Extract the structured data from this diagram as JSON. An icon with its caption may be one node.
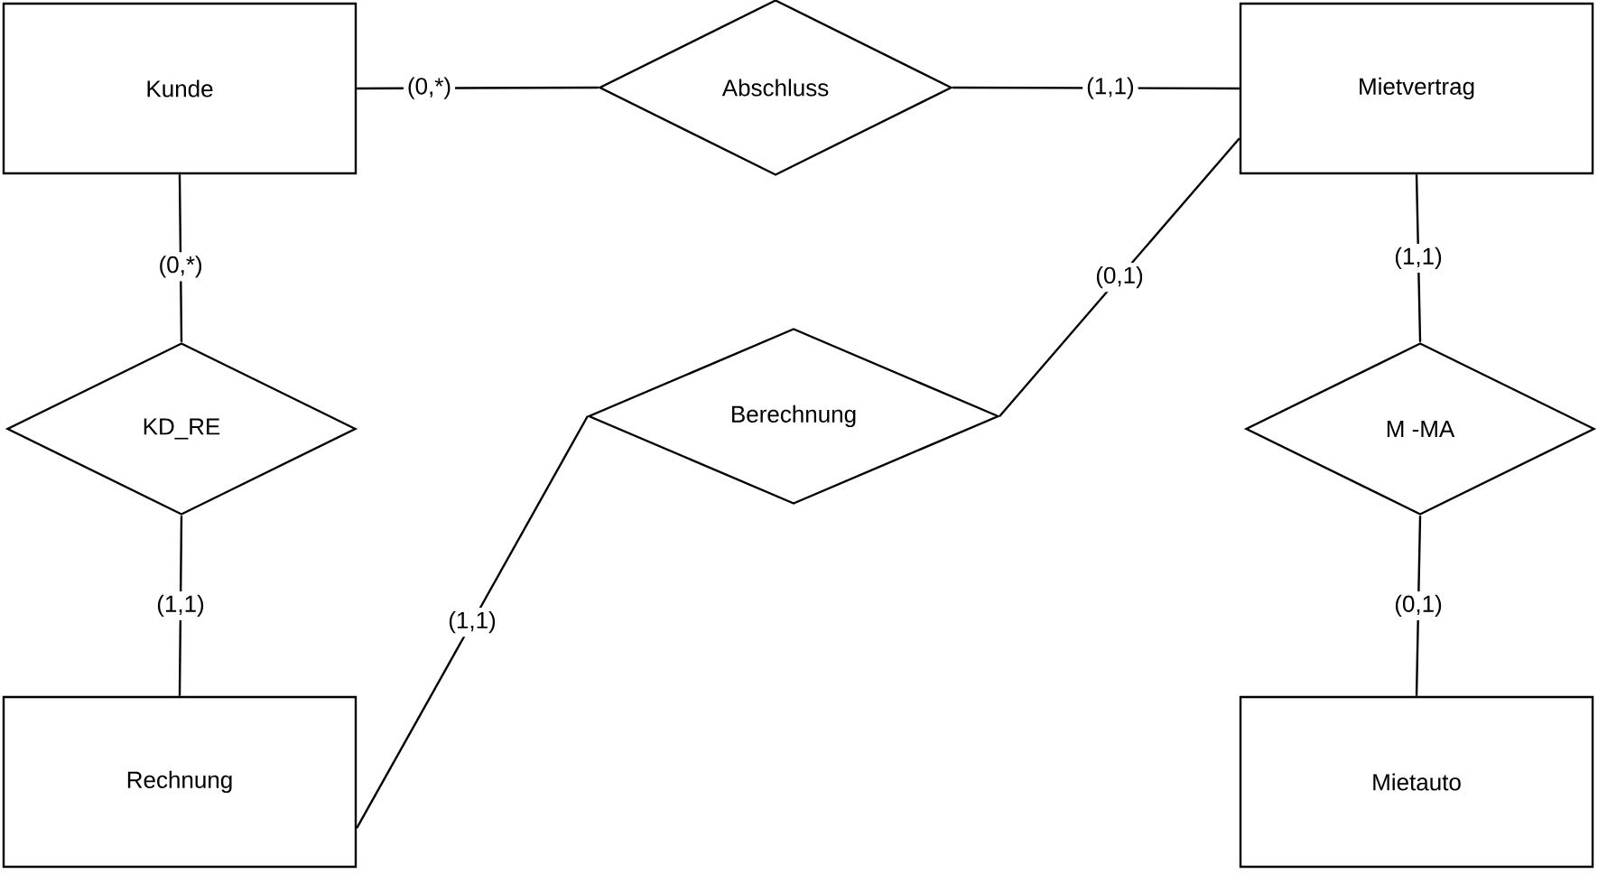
{
  "diagram": {
    "nodes": [
      {
        "text": [
          "Kunde"
        ]
      },
      {
        "text": [
          "Abschluss"
        ]
      },
      {
        "text": [
          "Mietvertrag"
        ]
      },
      {
        "text": [
          "KD_RE"
        ]
      },
      {
        "text": [
          "Berechnung"
        ]
      },
      {
        "text": [
          "M -MA"
        ]
      },
      {
        "text": [
          "Rechnung"
        ]
      },
      {
        "text": [
          "Mietauto"
        ]
      }
    ],
    "edges": [
      {
        "from": 0,
        "to": 1,
        "arrow": "none",
        "label": "(0,*)"
      },
      {
        "from": 1,
        "to": 2,
        "arrow": "none",
        "label": "(1,1)"
      },
      {
        "from": 0,
        "to": 3,
        "arrow": "none",
        "label": "(0,*)"
      },
      {
        "from": 3,
        "to": 6,
        "arrow": "none",
        "label": "(1,1)"
      },
      {
        "from": 6,
        "to": 4,
        "arrow": "none",
        "label": "(1,1)"
      },
      {
        "from": 4,
        "to": 2,
        "arrow": "none",
        "label": "(0,1)"
      },
      {
        "from": 2,
        "to": 5,
        "arrow": "none",
        "label": "(1,1)"
      },
      {
        "from": 5,
        "to": 7,
        "arrow": "none",
        "label": "(0,1)"
      }
    ]
  }
}
